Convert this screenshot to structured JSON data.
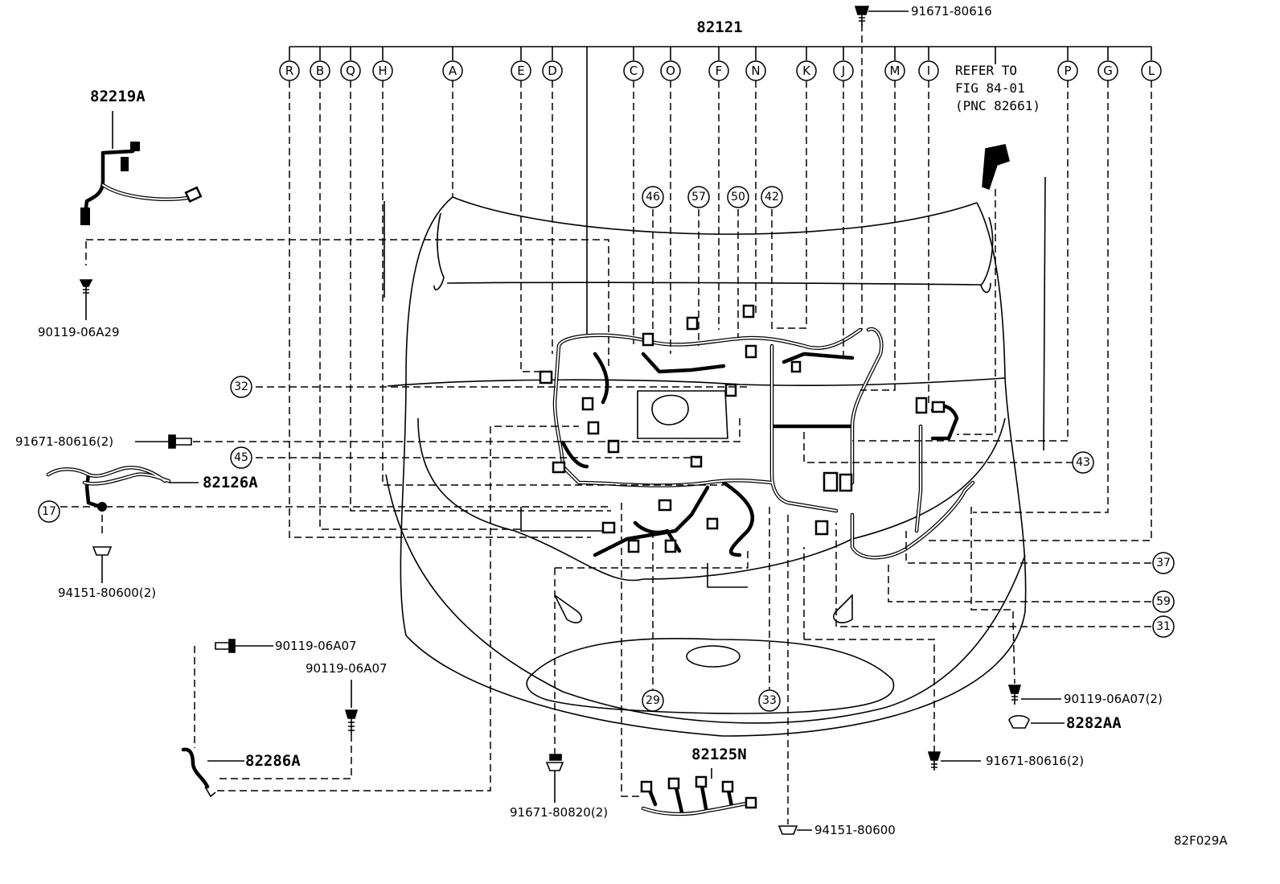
{
  "main_assembly": "82121",
  "letters": [
    "R",
    "B",
    "Q",
    "H",
    "A",
    "E",
    "D",
    "C",
    "O",
    "F",
    "N",
    "K",
    "J",
    "M",
    "I",
    "P",
    "G",
    "L"
  ],
  "refer_note": [
    "REFER TO",
    "FIG 84-01",
    "(PNC 82661)"
  ],
  "top_callouts": [
    "46",
    "57",
    "50",
    "42"
  ],
  "side_callouts": {
    "c32": "32",
    "c45": "45",
    "c17": "17",
    "c43": "43",
    "c37": "37",
    "c59": "59",
    "c31": "31",
    "c29": "29",
    "c33": "33"
  },
  "parts": {
    "p82219A": "82219A",
    "p82126A": "82126A",
    "p82286A": "82286A",
    "p82125N": "82125N",
    "p8282AA": "8282AA",
    "bolt_top": "91671-80616",
    "bolt_left_a29": "90119-06A29",
    "bolt_left_616": "91671-80616(2)",
    "nut_left": "94151-80600(2)",
    "bolt_a07_1": "90119-06A07",
    "bolt_a07_2": "90119-06A07",
    "bolt_bottom_820": "91671-80820(2)",
    "nut_bottom": "94151-80600",
    "bolt_right_616": "91671-80616(2)",
    "bolt_right_a07": "90119-06A07(2)"
  },
  "figure_code": "82F029A"
}
